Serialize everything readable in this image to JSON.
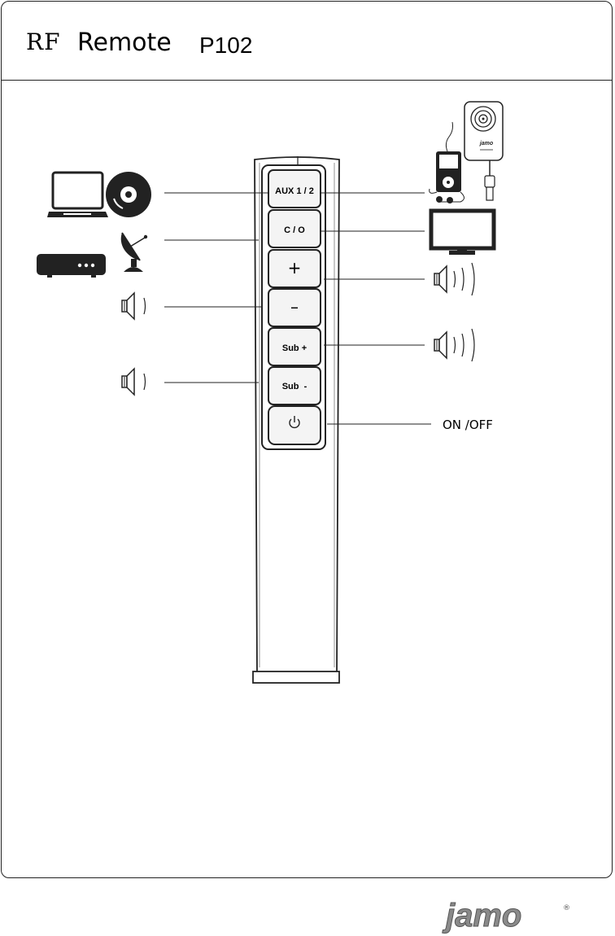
{
  "header": {
    "rf": "RF",
    "remote": "Remote",
    "model": "P102"
  },
  "remote_buttons": [
    {
      "id": "aux",
      "label": "AUX 1 / 2"
    },
    {
      "id": "co",
      "label": "C / O"
    },
    {
      "id": "vol_up",
      "label": "+"
    },
    {
      "id": "vol_down",
      "label": "–"
    },
    {
      "id": "sub_up",
      "label": "Sub +"
    },
    {
      "id": "sub_down",
      "label": "Sub  -"
    },
    {
      "id": "power",
      "label": "⏻"
    }
  ],
  "callouts": {
    "power": "ON /OFF"
  },
  "sources": {
    "aux_left": [
      "laptop-icon",
      "cd-icon"
    ],
    "aux_right": [
      "media-player-icon",
      "wireless-receiver-icon"
    ],
    "co_left": [
      "set-top-box-icon",
      "satellite-dish-icon"
    ],
    "co_right": [
      "monitor-icon"
    ],
    "volume": [
      "speaker-icon"
    ],
    "sub": [
      "speaker-icon"
    ]
  },
  "brand": {
    "logo": "jamo",
    "mark": "®",
    "receiver_brand": "jamo"
  },
  "colors": {
    "line": "#222222",
    "button_fill": "#f4f4f4",
    "logo_gray": "#8a8a8a"
  }
}
